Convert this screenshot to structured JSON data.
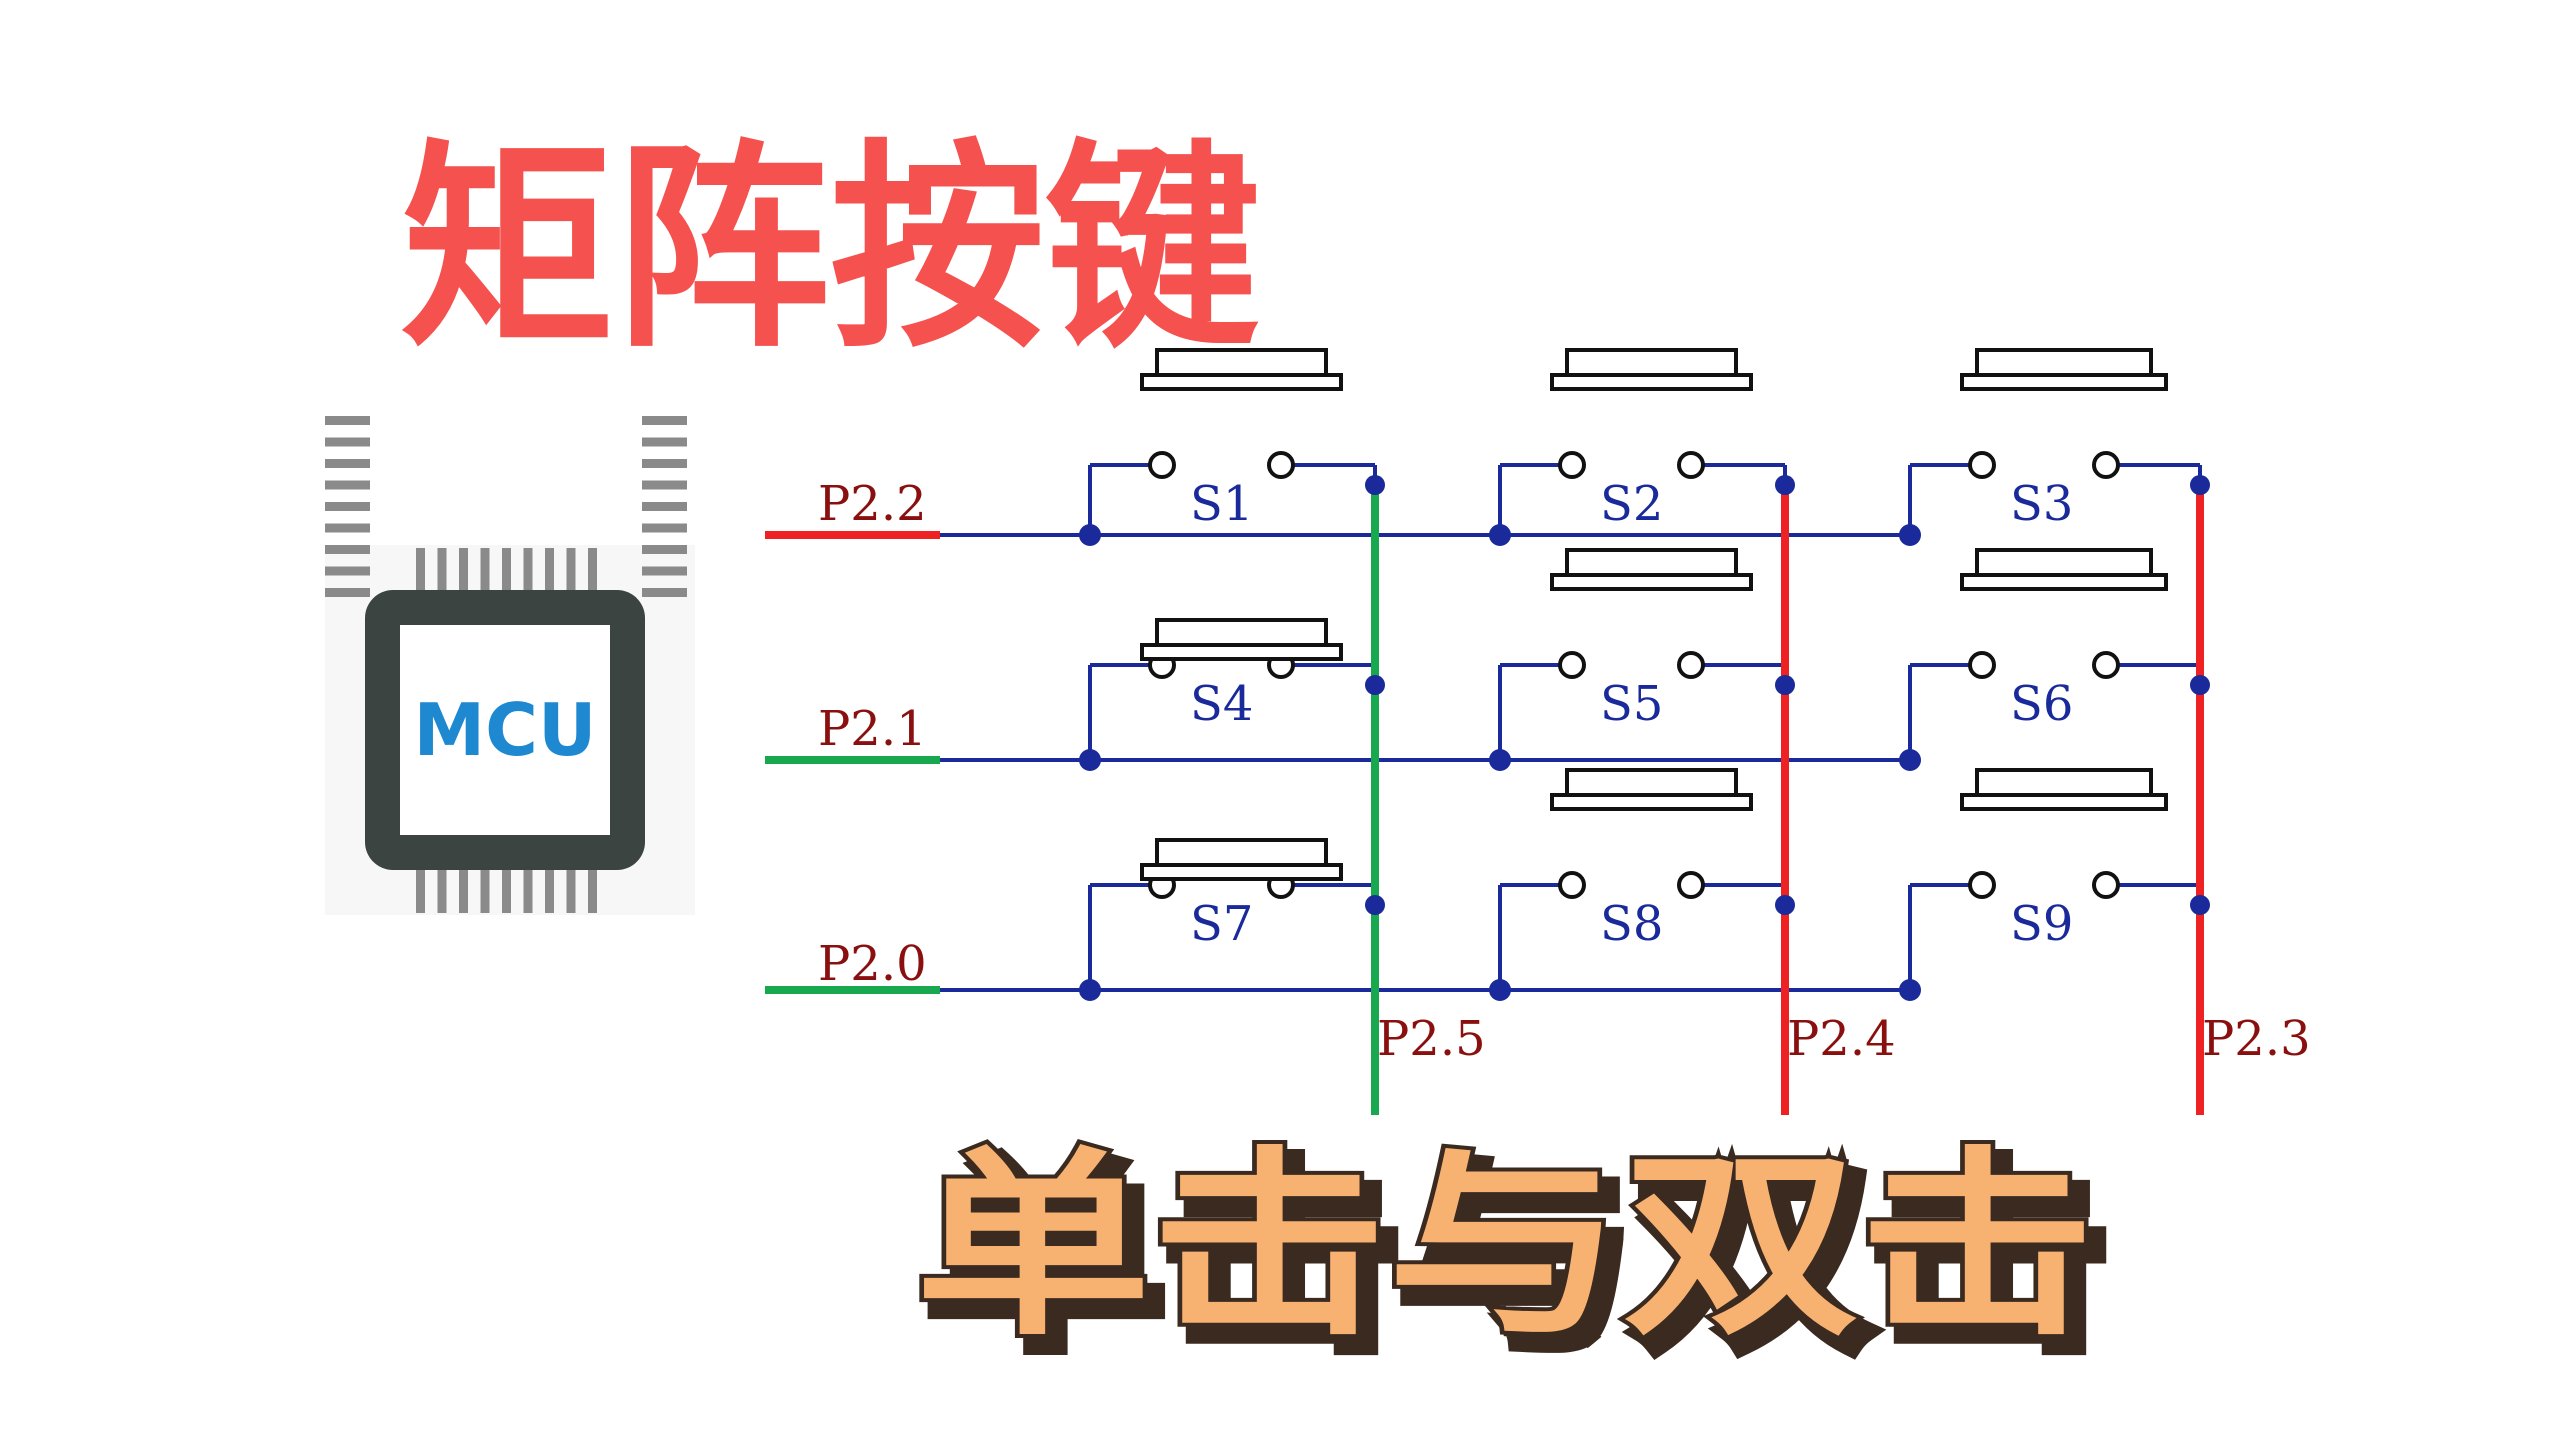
{
  "title_top": "矩阵按键",
  "title_bottom": "单击与双击",
  "mcu": {
    "label": "MCU"
  },
  "rows": [
    {
      "label": "P2.2",
      "color": "#ee2222"
    },
    {
      "label": "P2.1",
      "color": "#18a850"
    },
    {
      "label": "P2.0",
      "color": "#18a850"
    }
  ],
  "columns": [
    {
      "label": "P2.5",
      "color": "#18a850"
    },
    {
      "label": "P2.4",
      "color": "#ee2222"
    },
    {
      "label": "P2.3",
      "color": "#ee2222"
    }
  ],
  "switches": [
    "S1",
    "S2",
    "S3",
    "S4",
    "S5",
    "S6",
    "S7",
    "S8",
    "S9"
  ],
  "pressed_switches": [
    "S4",
    "S7"
  ],
  "colors": {
    "wire": "#1a2a9a",
    "label": "#8a1010",
    "title_top_fill": "#f5524f",
    "title_bottom_fill": "#f7b272",
    "title_bottom_shadow": "#3a2a20",
    "chip_body": "#3c4442",
    "chip_pins": "#8a8a8a",
    "mcu_text": "#1e88d0"
  }
}
